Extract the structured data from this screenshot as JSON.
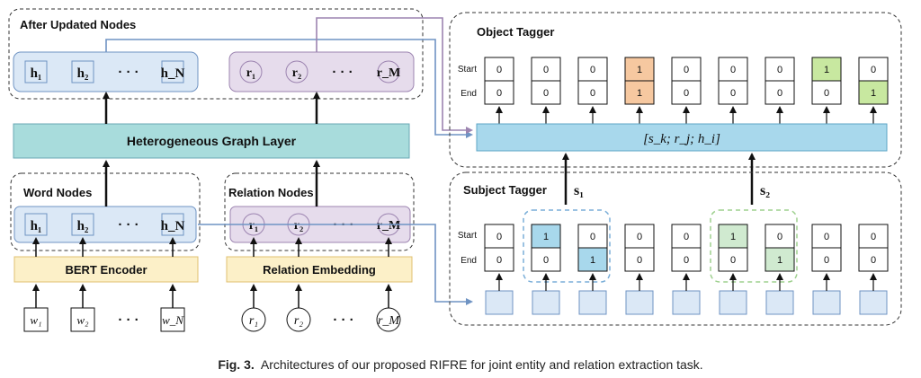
{
  "colors": {
    "node_blue": "#dbe8f6",
    "node_blue_border": "#6f93c3",
    "node_purple": "#e6dcec",
    "node_purple_border": "#9c84b0",
    "graph_layer": "#a8dcdc",
    "encoder": "#fcf0c8",
    "concat_bar": "#a8d8ec",
    "cell_orange": "#f6c8a0",
    "cell_green": "#c8e8a0",
    "cell_blue": "#a8d8ec",
    "cell_green_subject": "#d0ead0",
    "line_blue": "#6f93c3",
    "line_purple": "#9c84b0"
  },
  "labels": {
    "after_updated_nodes": "After Updated Nodes",
    "heterogeneous_graph_layer": "Heterogeneous Graph Layer",
    "word_nodes": "Word Nodes",
    "relation_nodes": "Relation Nodes",
    "bert_encoder": "BERT Encoder",
    "relation_embedding": "Relation Embedding",
    "object_tagger": "Object Tagger",
    "subject_tagger": "Subject Tagger",
    "start": "Start",
    "end": "End",
    "ellipsis": "· · ·",
    "concat": "[s_k; r_j; h_i]",
    "s1": "s₁",
    "s2": "s₂"
  },
  "word_nodes": [
    "h₁",
    "h₂",
    "h_N"
  ],
  "relation_nodes": [
    "r₁",
    "r₂",
    "r_M"
  ],
  "words": [
    "w₁",
    "w₂",
    "w_N"
  ],
  "relations": [
    "r₁",
    "r₂",
    "r_M"
  ],
  "object_tagger": {
    "start": [
      "0",
      "0",
      "0",
      "1",
      "0",
      "0",
      "0",
      "1",
      "0"
    ],
    "end": [
      "0",
      "0",
      "0",
      "1",
      "0",
      "0",
      "0",
      "0",
      "1"
    ]
  },
  "subject_tagger": {
    "start": [
      "0",
      "1",
      "0",
      "0",
      "0",
      "1",
      "0",
      "0",
      "0"
    ],
    "end": [
      "0",
      "0",
      "1",
      "0",
      "0",
      "0",
      "1",
      "0",
      "0"
    ]
  },
  "caption": {
    "prefix": "Fig. 3.",
    "text": "Architectures of our proposed RIFRE for joint entity and relation extraction task."
  }
}
